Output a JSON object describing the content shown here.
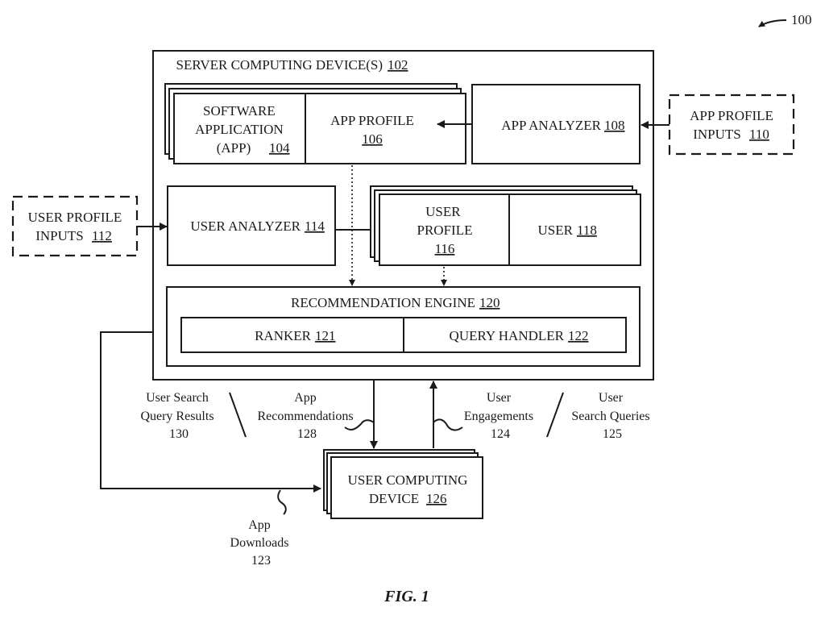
{
  "figure": {
    "ref_number": "100",
    "caption": "FIG. 1"
  },
  "server": {
    "label": "SERVER COMPUTING DEVICE(S)",
    "ref": "102"
  },
  "software_app": {
    "lines": [
      "SOFTWARE",
      "APPLICATION",
      "(APP)"
    ],
    "ref": "104"
  },
  "app_profile": {
    "label": "APP PROFILE",
    "ref": "106"
  },
  "app_analyzer": {
    "label": "APP ANALYZER",
    "ref": "108"
  },
  "app_profile_inputs": {
    "lines": [
      "APP PROFILE",
      "INPUTS"
    ],
    "ref": "110"
  },
  "user_profile_inputs": {
    "lines": [
      "USER PROFILE",
      "INPUTS"
    ],
    "ref": "112"
  },
  "user_analyzer": {
    "label": "USER ANALYZER",
    "ref": "114"
  },
  "user_profile": {
    "lines": [
      "USER",
      "PROFILE"
    ],
    "ref": "116"
  },
  "user": {
    "label": "USER",
    "ref": "118"
  },
  "recommendation_engine": {
    "label": "RECOMMENDATION ENGINE",
    "ref": "120"
  },
  "ranker": {
    "label": "RANKER",
    "ref": "121"
  },
  "query_handler": {
    "label": "QUERY HANDLER",
    "ref": "122"
  },
  "user_computing_device": {
    "lines": [
      "USER COMPUTING",
      "DEVICE"
    ],
    "ref": "126"
  },
  "flows": {
    "search_results": {
      "lines": [
        "User Search",
        "Query Results",
        "130"
      ]
    },
    "recommendations": {
      "lines": [
        "App",
        "Recommendations",
        "128"
      ]
    },
    "engagements": {
      "lines": [
        "User",
        "Engagements",
        "124"
      ]
    },
    "search_queries": {
      "lines": [
        "User",
        "Search Queries",
        "125"
      ]
    },
    "downloads": {
      "lines": [
        "App",
        "Downloads",
        "123"
      ]
    }
  }
}
